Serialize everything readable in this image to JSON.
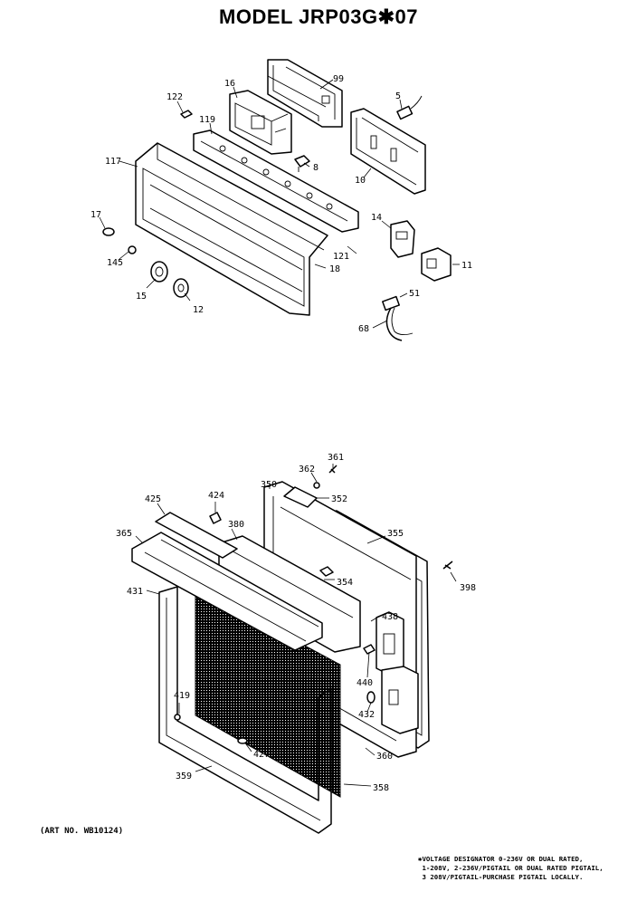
{
  "title": "MODEL JRP03G✱07",
  "art_number": "(ART NO. WB10124)",
  "note_lines": [
    "✱VOLTAGE DESIGNATOR 0-236V OR DUAL RATED,",
    " 1-208V, 2-236V/PIGTAIL OR DUAL RATED PIGTAIL,",
    " 3 208V/PIGTAIL-PURCHASE PIGTAIL LOCALLY."
  ],
  "parts": [
    {
      "id": "p99",
      "label": "99"
    },
    {
      "id": "p16",
      "label": "16"
    },
    {
      "id": "p122",
      "label": "122"
    },
    {
      "id": "p5",
      "label": "5"
    },
    {
      "id": "p119",
      "label": "119"
    },
    {
      "id": "p8",
      "label": "8"
    },
    {
      "id": "p117",
      "label": "117"
    },
    {
      "id": "p10",
      "label": "10"
    },
    {
      "id": "p17",
      "label": "17"
    },
    {
      "id": "p14",
      "label": "14"
    },
    {
      "id": "p121",
      "label": "121"
    },
    {
      "id": "p145",
      "label": "145"
    },
    {
      "id": "p11",
      "label": "11"
    },
    {
      "id": "p18",
      "label": "18"
    },
    {
      "id": "p15",
      "label": "15"
    },
    {
      "id": "p12",
      "label": "12"
    },
    {
      "id": "p51",
      "label": "51"
    },
    {
      "id": "p68",
      "label": "68"
    },
    {
      "id": "p361",
      "label": "361"
    },
    {
      "id": "p362",
      "label": "362"
    },
    {
      "id": "p350",
      "label": "350"
    },
    {
      "id": "p352",
      "label": "352"
    },
    {
      "id": "p424",
      "label": "424"
    },
    {
      "id": "p425",
      "label": "425"
    },
    {
      "id": "p380",
      "label": "380"
    },
    {
      "id": "p355",
      "label": "355"
    },
    {
      "id": "p365",
      "label": "365"
    },
    {
      "id": "p354",
      "label": "354"
    },
    {
      "id": "p398",
      "label": "398"
    },
    {
      "id": "p431",
      "label": "431"
    },
    {
      "id": "p438",
      "label": "438"
    },
    {
      "id": "p440",
      "label": "440"
    },
    {
      "id": "p419",
      "label": "419"
    },
    {
      "id": "p432",
      "label": "432"
    },
    {
      "id": "p427",
      "label": "427"
    },
    {
      "id": "p360",
      "label": "360"
    },
    {
      "id": "p359",
      "label": "359"
    },
    {
      "id": "p358",
      "label": "358"
    }
  ]
}
